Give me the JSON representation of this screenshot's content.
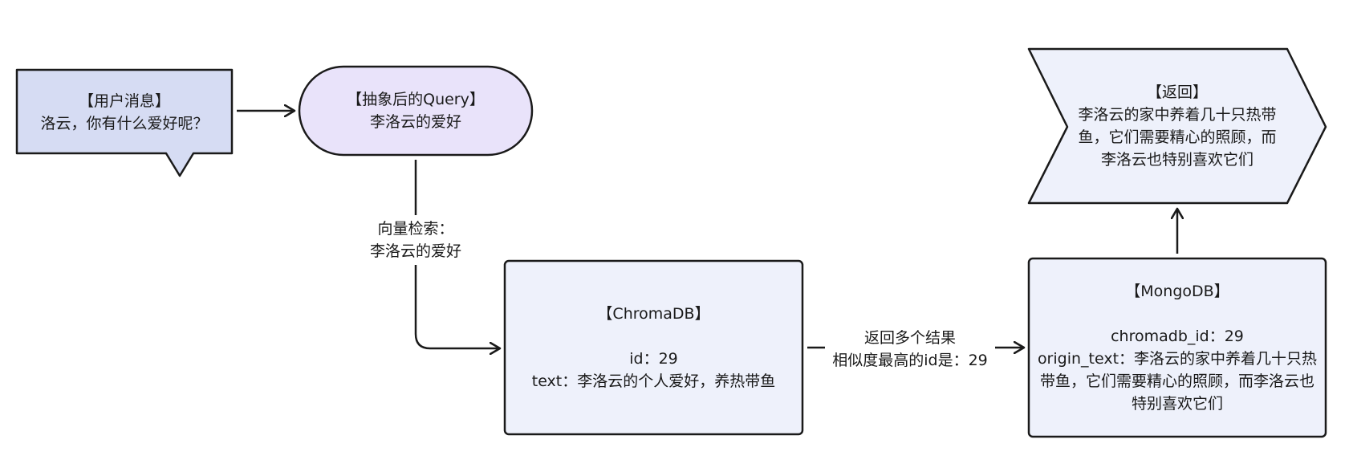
{
  "colors": {
    "stroke": "#1a1a1a",
    "user_message_fill": "#d6dcf3",
    "query_fill": "#e9e3fa",
    "box_fill": "#eef1fb"
  },
  "user_message": {
    "title": "【用户消息】",
    "text": "洛云，你有什么爱好呢？"
  },
  "query": {
    "title": "【抽象后的Query】",
    "text": "李洛云的爱好"
  },
  "vector_search_label": {
    "line1": "向量检索：",
    "line2": "李洛云的爱好"
  },
  "chromadb": {
    "title": "【ChromaDB】",
    "id_line": "id：29",
    "text_line": "text：李洛云的个人爱好，养热带鱼"
  },
  "return_results_label": {
    "line1": "返回多个结果",
    "line2": "相似度最高的id是：29"
  },
  "mongodb": {
    "title": "【MongoDB】",
    "chromadb_id_line": "chromadb_id：29",
    "origin_text_line1": "origin_text：李洛云的家中养着几十只热",
    "origin_text_line2": "带鱼，它们需要精心的照顾，而李洛云也",
    "origin_text_line3": "特别喜欢它们"
  },
  "return_node": {
    "title": "【返回】",
    "line1": "李洛云的家中养着几十只热带",
    "line2": "鱼，它们需要精心的照顾，而",
    "line3": "李洛云也特别喜欢它们"
  }
}
